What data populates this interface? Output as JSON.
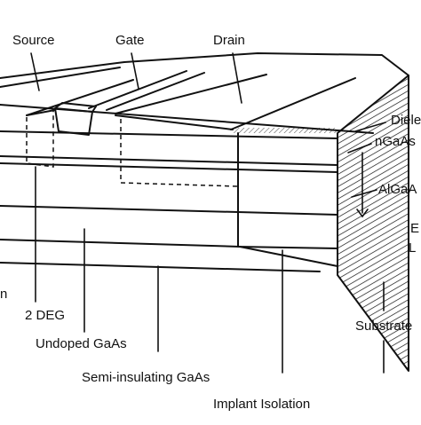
{
  "labels": {
    "source": "Source",
    "gate": "Gate",
    "drain": "Drain",
    "dielectric": "Diele",
    "ngaas": "nGaAs",
    "algaas": "AlGaA",
    "epi": "E",
    "epi_l": "L",
    "two_deg": "2 DEG",
    "undoped": "Undoped GaAs",
    "semi": "Semi-insulating GaAs",
    "substrate": "Substrate",
    "implant": "Implant Isolation",
    "cut_left": "n"
  },
  "colors": {
    "ink": "#111111",
    "paper": "#ffffff"
  }
}
